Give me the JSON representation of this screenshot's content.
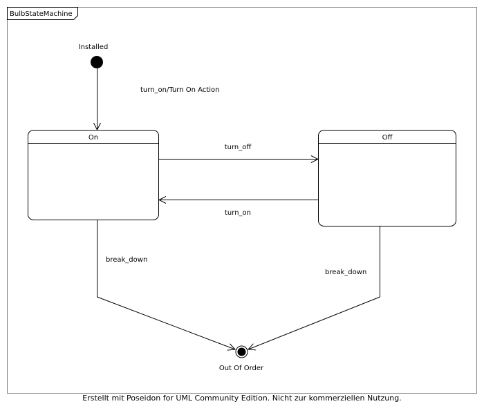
{
  "diagram": {
    "title": "BulbStateMachine",
    "initial_state": {
      "label": "Installed"
    },
    "final_state": {
      "label": "Out Of Order"
    },
    "states": [
      {
        "name": "On"
      },
      {
        "name": "Off"
      }
    ],
    "transitions": [
      {
        "from": "Installed",
        "to": "On",
        "label": "turn_on/Turn On Action"
      },
      {
        "from": "On",
        "to": "Off",
        "label": "turn_off"
      },
      {
        "from": "Off",
        "to": "On",
        "label": "turn_on"
      },
      {
        "from": "On",
        "to": "Out Of Order",
        "label": "break_down"
      },
      {
        "from": "Off",
        "to": "Out Of Order",
        "label": "break_down"
      }
    ]
  },
  "footer": {
    "text": "Erstellt mit Poseidon for UML Community Edition. Nicht zur kommerziellen Nutzung."
  }
}
